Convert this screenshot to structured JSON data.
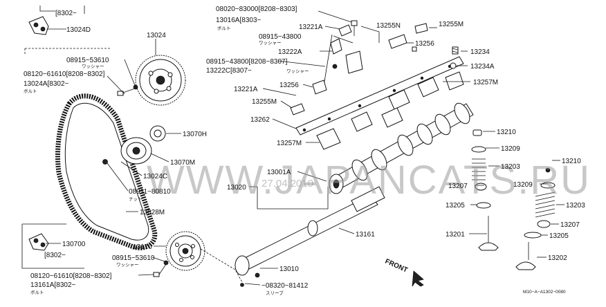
{
  "labels": {
    "p8302_a": "[8302−",
    "p13024D": "13024D",
    "p13024": "13024",
    "p08915_53610_a": "08915−53610",
    "washer_a": "ワッシャー",
    "p08120_a": "08120−61610[8208−8302]",
    "p13024A": "13024A[8302−",
    "bolt_a": "ボルト",
    "p13070H": "13070H",
    "p13070M": "13070M",
    "p13024C": "13024C",
    "p08911": "08911−80810",
    "nut": "ナット",
    "p13028M": "13028M",
    "p130700": "130700",
    "p8302_b": "[8302−",
    "p13170": "13170",
    "p08915_53610_b": "08915−53610",
    "washer_b": "ワッシャー",
    "p08120_b": "08120−61610[8208−8302]",
    "p13161A": "13161A[8302−",
    "bolt_b": "ボルト",
    "p08020": "08020−83000[8208−8303]",
    "p13016A": "13016A[8303−",
    "bolt_c": "ボルト",
    "p13221A_a": "13221A",
    "p08915_43800_a": "08915−43800",
    "washer_c": "ワッシャー",
    "p13222A": "13222A",
    "p08915_43800_b": "08915−43800[8208−8307]",
    "p13222C": "13222C[8307−",
    "washer_d": "ワッシャー",
    "p13221A_b": "13221A",
    "p13256_a": "13256",
    "p13255M_a": "13255M",
    "p13262": "13262",
    "p13255N": "13255N",
    "p13255M_b": "13255M",
    "p13256_b": "13256",
    "p13234": "13234",
    "p13234A": "13234A",
    "p13257M_a": "13257M",
    "p13257M_b": "13257M",
    "p13001A": "13001A",
    "p13020": "13020",
    "p13161": "13161",
    "p13010": "13010",
    "p08320": "−08320−81412",
    "sleeve": "スリーブ",
    "p13210_a": "13210",
    "p13209_a": "13209",
    "p13203_a": "13203",
    "p13207_a": "13207",
    "p13205_a": "13205",
    "p13201": "13201",
    "p13210_b": "13210",
    "p13209_b": "13209",
    "p13203_b": "13203",
    "p13207_b": "13207",
    "p13205_b": "13205",
    "p13202": "13202",
    "front": "FRONT",
    "code": "M10−A−A1302−0080"
  },
  "watermark": {
    "text": "WWW.JAPANCATS.RU",
    "date": "27.04.2010"
  }
}
